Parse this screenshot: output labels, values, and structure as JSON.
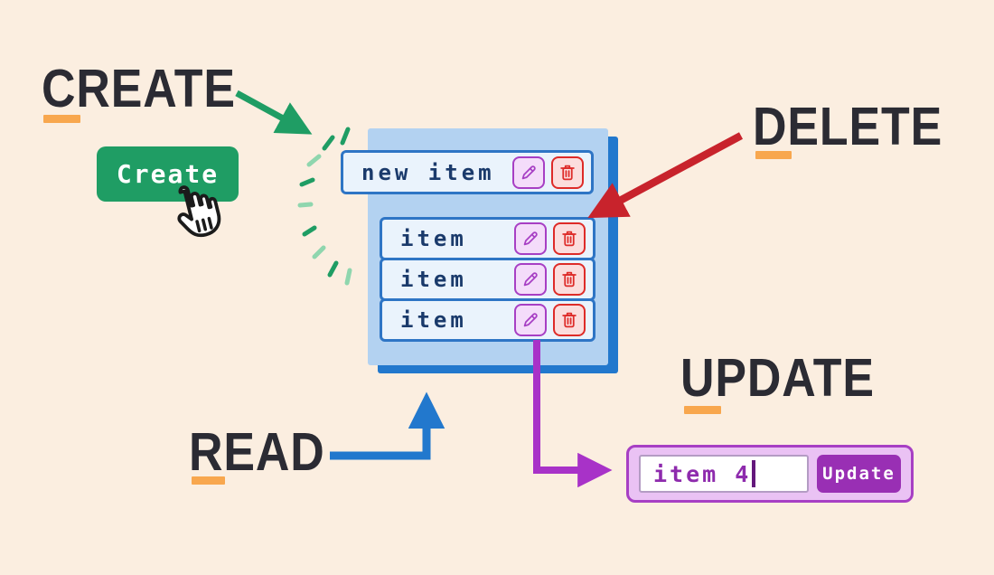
{
  "headings": {
    "create": "CREATE",
    "delete": "DELETE",
    "read": "READ",
    "update": "UPDATE"
  },
  "create_button": {
    "label": "Create"
  },
  "list": {
    "new_item": {
      "text": "new item"
    },
    "items": [
      {
        "text": "item"
      },
      {
        "text": "item"
      },
      {
        "text": "item"
      }
    ]
  },
  "update_widget": {
    "input_value": "item 4",
    "button_label": "Update"
  },
  "icons": {
    "edit": "pencil-icon",
    "delete": "trash-icon",
    "pointer": "hand-cursor-icon",
    "caret": "text-cursor-bar"
  },
  "colors": {
    "background": "#fbeee0",
    "heading_text": "#2b2b33",
    "accent_underline": "#f8a74e",
    "create_green": "#1f9d64",
    "sparkle_green_light": "#8fd6ae",
    "panel_fill": "#b3d2f1",
    "panel_shadow_blue": "#2278cd",
    "row_fill": "#eaf3fc",
    "row_border": "#2e75c5",
    "row_text": "#1a3a6b",
    "edit_purple": "#a73fc4",
    "edit_fill": "#f4dcfa",
    "delete_red": "#de2b28",
    "delete_fill": "#fbdddd",
    "arrow_red": "#c8232c",
    "arrow_blue": "#2278cd",
    "arrow_purple": "#a832c8",
    "update_box_fill": "#eac2f4",
    "update_button": "#992fb4",
    "input_text": "#8e2bad"
  }
}
